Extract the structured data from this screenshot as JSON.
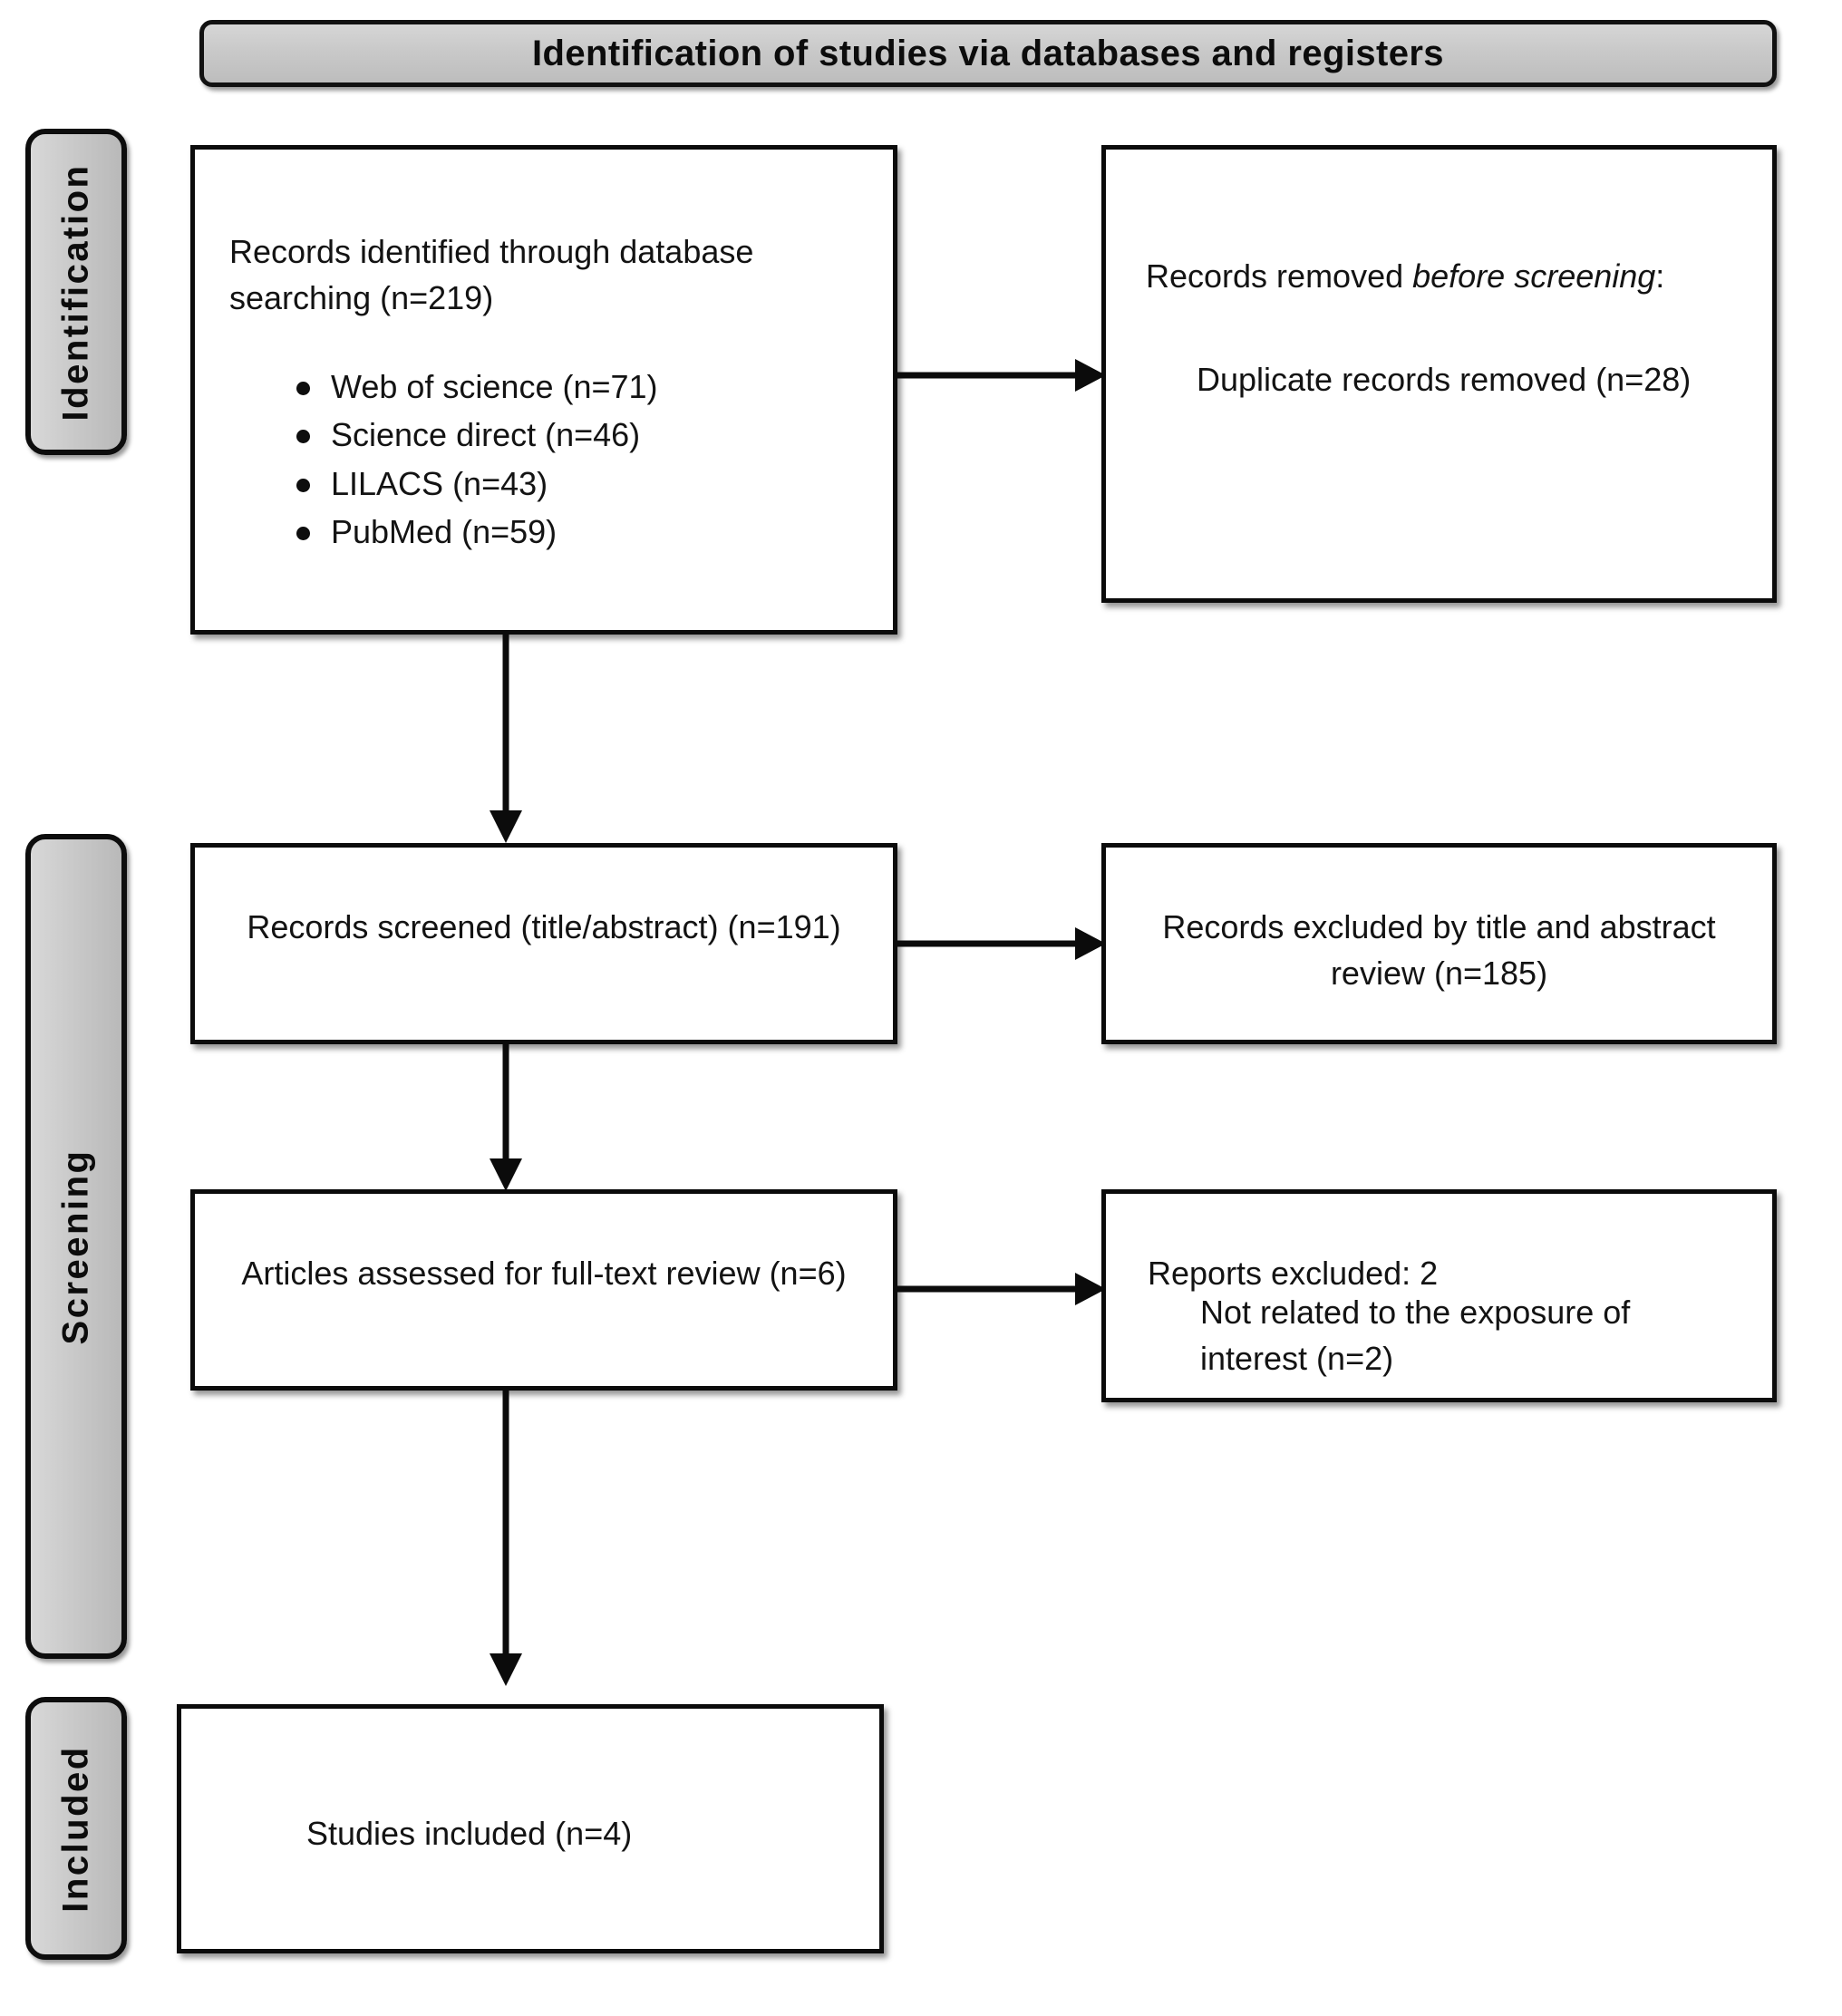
{
  "banner": {
    "title": "Identification of studies via databases and registers"
  },
  "stages": [
    {
      "key": "identification",
      "label": "Identification"
    },
    {
      "key": "screening",
      "label": "Screening"
    },
    {
      "key": "included",
      "label": "Included"
    }
  ],
  "boxes": {
    "identified": {
      "heading": "Records identified through database searching (n=219)",
      "sources": [
        "Web of science (n=71)",
        "Science direct (n=46)",
        "LILACS (n=43)",
        "PubMed (n=59)"
      ]
    },
    "removed": {
      "heading_prefix": "Records removed ",
      "heading_italic": "before screening",
      "heading_suffix": ":",
      "detail": "Duplicate records removed (n=28)"
    },
    "screened": {
      "text": "Records screened (title/abstract) (n=191)"
    },
    "excluded_title_abstract": {
      "text": "Records excluded by title and abstract review (n=185)"
    },
    "fulltext": {
      "text": "Articles assessed for full-text review (n=6)"
    },
    "reports_excluded": {
      "heading": "Reports excluded: 2",
      "detail": "Not related to the exposure of interest (n=2)"
    },
    "included": {
      "text": "Studies included (n=4)"
    }
  },
  "chart_data": {
    "type": "diagram",
    "title": "Identification of studies via databases and registers",
    "diagram_kind": "PRISMA flow diagram",
    "stages": [
      "Identification",
      "Screening",
      "Included"
    ],
    "nodes": [
      {
        "id": "identified",
        "stage": "Identification",
        "label": "Records identified through database searching",
        "n": 219
      },
      {
        "id": "removed",
        "stage": "Identification",
        "label": "Duplicate records removed before screening",
        "n": 28
      },
      {
        "id": "screened",
        "stage": "Screening",
        "label": "Records screened (title/abstract)",
        "n": 191
      },
      {
        "id": "excluded_ta",
        "stage": "Screening",
        "label": "Records excluded by title and abstract review",
        "n": 185
      },
      {
        "id": "fulltext",
        "stage": "Screening",
        "label": "Articles assessed for full-text review",
        "n": 6
      },
      {
        "id": "reports_excl",
        "stage": "Screening",
        "label": "Reports excluded: not related to the exposure of interest",
        "n": 2
      },
      {
        "id": "included",
        "stage": "Included",
        "label": "Studies included",
        "n": 4
      }
    ],
    "sources": [
      {
        "name": "Web of science",
        "n": 71
      },
      {
        "name": "Science direct",
        "n": 46
      },
      {
        "name": "LILACS",
        "n": 43
      },
      {
        "name": "PubMed",
        "n": 59
      }
    ],
    "edges": [
      {
        "from": "identified",
        "to": "removed",
        "direction": "right"
      },
      {
        "from": "identified",
        "to": "screened",
        "direction": "down"
      },
      {
        "from": "screened",
        "to": "excluded_ta",
        "direction": "right"
      },
      {
        "from": "screened",
        "to": "fulltext",
        "direction": "down"
      },
      {
        "from": "fulltext",
        "to": "reports_excl",
        "direction": "right"
      },
      {
        "from": "fulltext",
        "to": "included",
        "direction": "down"
      }
    ]
  },
  "colors": {
    "banner_fill": "#c9c9c9",
    "stage_fill": "#c8c8c8",
    "border": "#0b0b0b",
    "box_fill": "#ffffff",
    "text": "#131313"
  }
}
